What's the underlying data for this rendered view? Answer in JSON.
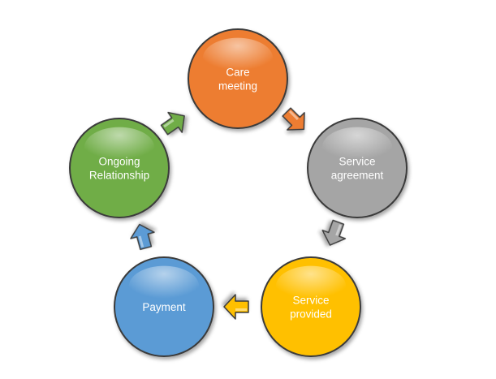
{
  "diagram": {
    "type": "cycle",
    "nodes": [
      {
        "id": "care-meeting",
        "lines": [
          "Care",
          "meeting"
        ],
        "color": "#ED7D31",
        "dark": "#B85A1B"
      },
      {
        "id": "service-agreement",
        "lines": [
          "Service",
          "agreement"
        ],
        "color": "#A5A5A5",
        "dark": "#7A7A7A"
      },
      {
        "id": "service-provided",
        "lines": [
          "Service",
          "provided"
        ],
        "color": "#FFC000",
        "dark": "#C99400"
      },
      {
        "id": "payment",
        "lines": [
          "Payment"
        ],
        "color": "#5B9BD5",
        "dark": "#3A72A8"
      },
      {
        "id": "ongoing-relationship",
        "lines": [
          "Ongoing",
          "Relationship"
        ],
        "color": "#70AD47",
        "dark": "#4E8A2C"
      }
    ],
    "arrows": [
      {
        "from": "care-meeting",
        "to": "service-agreement",
        "color": "#ED7D31"
      },
      {
        "from": "service-agreement",
        "to": "service-provided",
        "color": "#A5A5A5"
      },
      {
        "from": "service-provided",
        "to": "payment",
        "color": "#FFC000"
      },
      {
        "from": "payment",
        "to": "ongoing-relationship",
        "color": "#5B9BD5"
      },
      {
        "from": "ongoing-relationship",
        "to": "care-meeting",
        "color": "#70AD47"
      }
    ]
  }
}
